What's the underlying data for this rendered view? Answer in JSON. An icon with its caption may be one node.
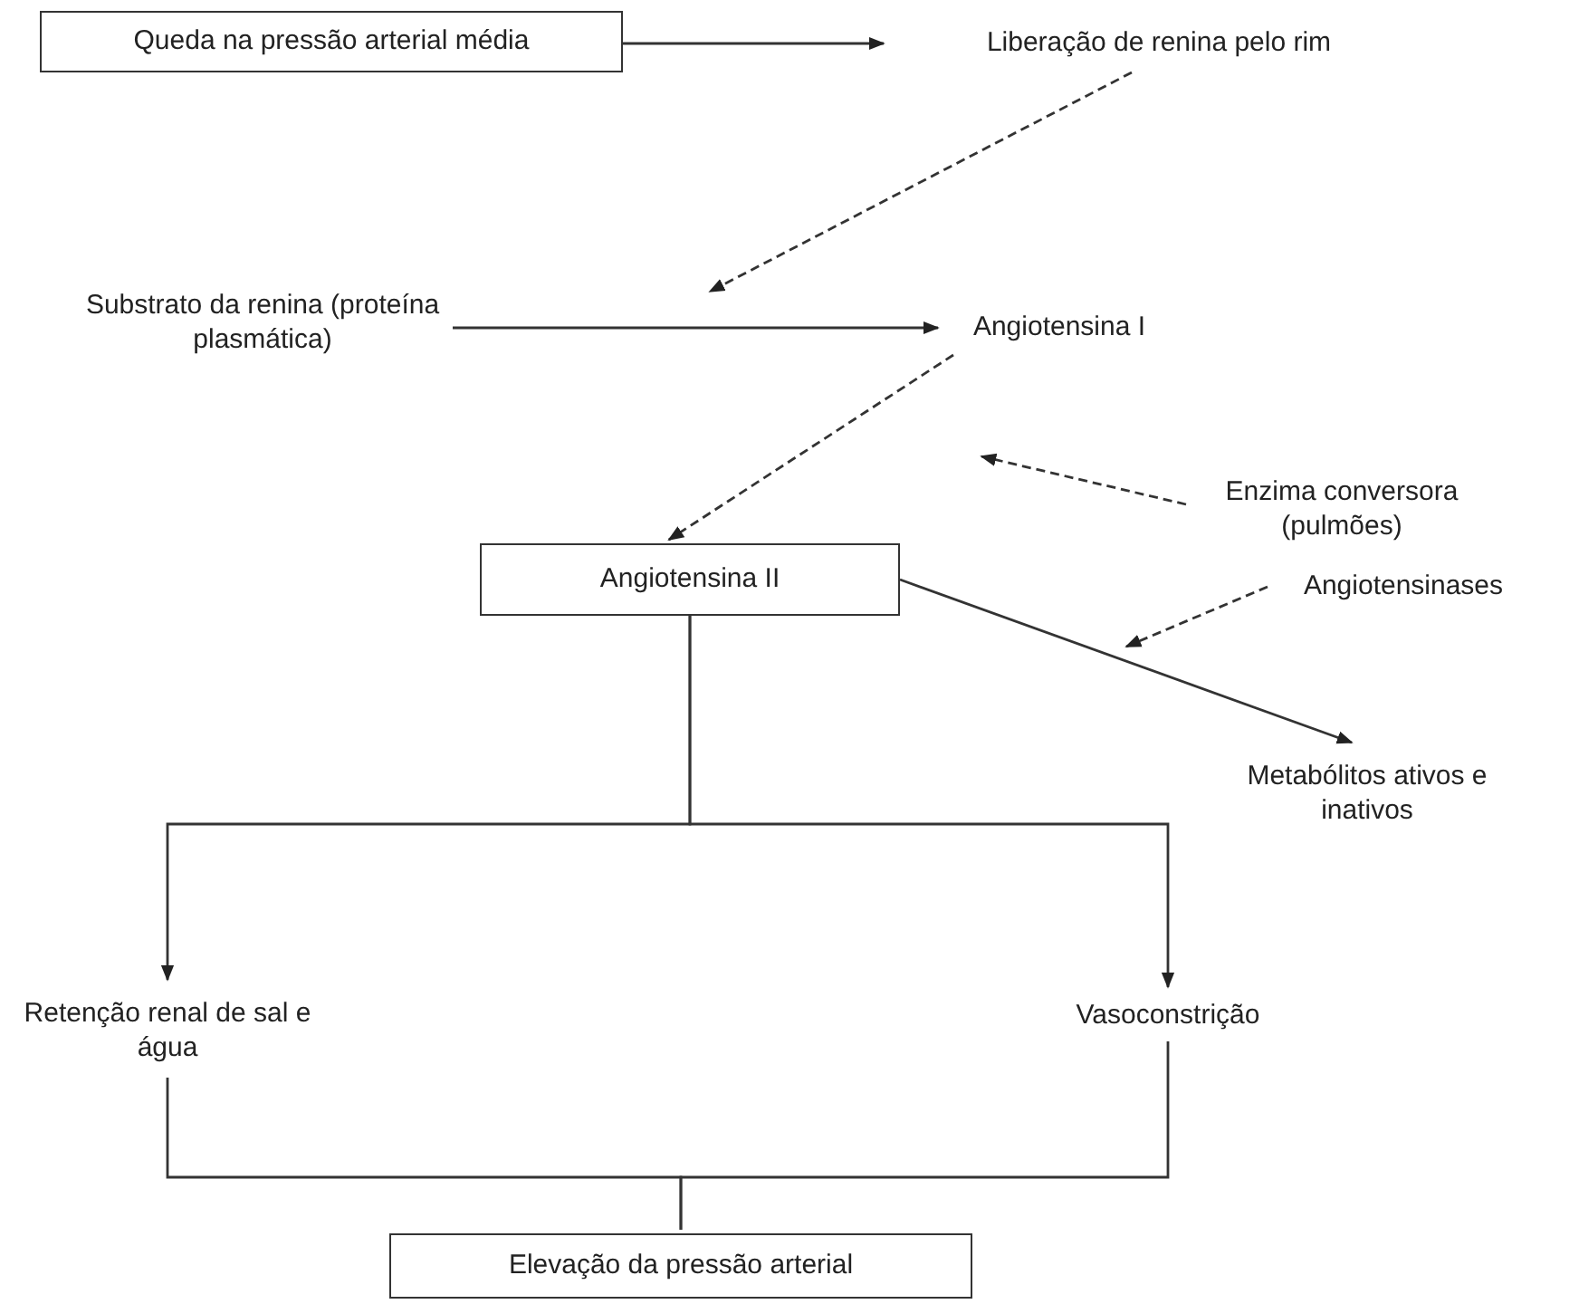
{
  "diagram": {
    "nodes": [
      {
        "text": [
          "Queda na pressão arterial média"
        ]
      },
      {
        "text": [
          "Liberação de renina pelo rim"
        ]
      },
      {
        "text": [
          "Substrato da renina (proteína plasmática)"
        ]
      },
      {
        "text": [
          "Angiotensina I"
        ]
      },
      {
        "text": [
          "Enzima conversora (pulmões)"
        ]
      },
      {
        "text": [
          "Angiotensinases"
        ]
      },
      {
        "text": [
          "Angiotensina II"
        ]
      },
      {
        "text": [
          "Metabólitos ativos e inativos"
        ]
      },
      {
        "text": [
          "Retenção renal de sal e água"
        ]
      },
      {
        "text": [
          "Vasoconstrição"
        ]
      },
      {
        "text": [
          "Elevação da pressão arterial"
        ]
      }
    ],
    "edges": [
      {
        "from": 0,
        "to": 1,
        "arrow": "to"
      },
      {
        "from": 1,
        "to": null,
        "arrow": "to",
        "style": "dashed"
      },
      {
        "from": 2,
        "to": 3,
        "arrow": "to"
      },
      {
        "from": 3,
        "to": 6,
        "arrow": "to",
        "style": "dashed"
      },
      {
        "from": 4,
        "to": null,
        "arrow": "to",
        "style": "dashed"
      },
      {
        "from": 5,
        "to": null,
        "arrow": "to",
        "style": "dashed"
      },
      {
        "from": 6,
        "to": 7,
        "arrow": "to"
      },
      {
        "from": 6,
        "to": 8,
        "arrow": "to"
      },
      {
        "from": 6,
        "to": 9,
        "arrow": "to"
      },
      {
        "from": 8,
        "to": 10,
        "arrow": "none"
      },
      {
        "from": 9,
        "to": 10,
        "arrow": "none"
      }
    ]
  }
}
